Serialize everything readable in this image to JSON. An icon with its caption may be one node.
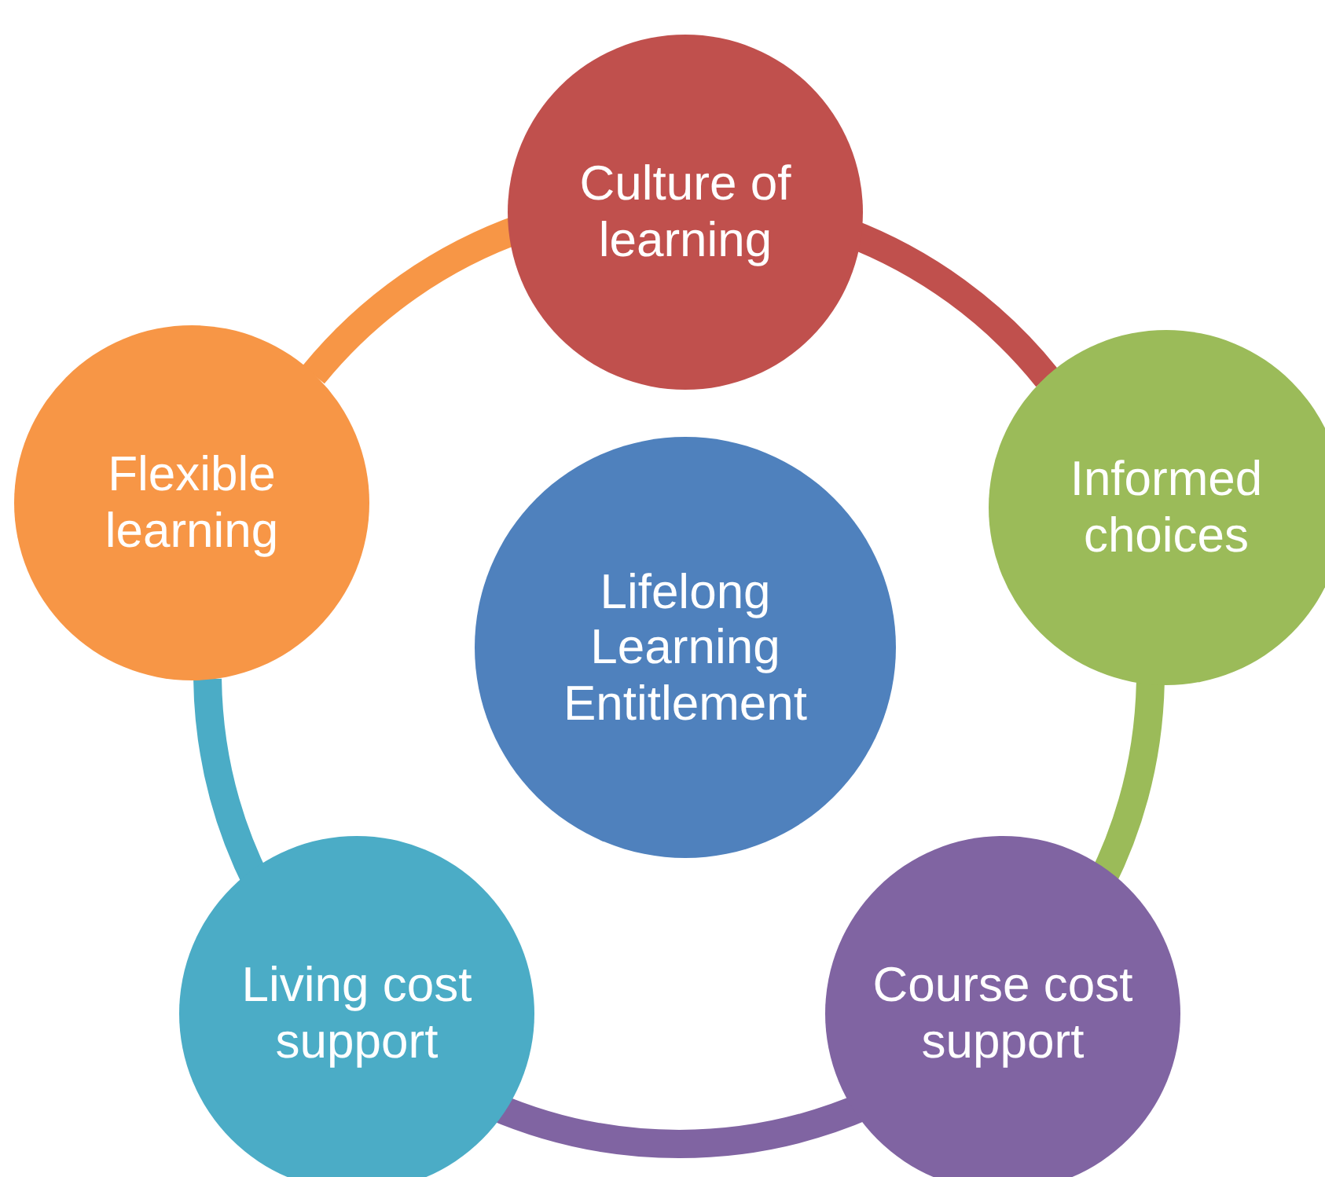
{
  "diagram": {
    "nodes": [
      {
        "text": [
          "Lifelong Learning Entitlement"
        ]
      },
      {
        "text": [
          "Culture of learning"
        ]
      },
      {
        "text": [
          "Informed choices"
        ]
      },
      {
        "text": [
          "Course cost support"
        ]
      },
      {
        "text": [
          "Living cost support"
        ]
      },
      {
        "text": [
          "Flexible learning"
        ]
      }
    ],
    "edges": [
      {
        "from": 1,
        "to": 2,
        "arrow": "none",
        "color": "#c0504d"
      },
      {
        "from": 2,
        "to": 3,
        "arrow": "none",
        "color": "#9bbb59"
      },
      {
        "from": 3,
        "to": 4,
        "arrow": "none",
        "color": "#8064a2"
      },
      {
        "from": 4,
        "to": 5,
        "arrow": "none",
        "color": "#4bacc6"
      },
      {
        "from": 5,
        "to": 1,
        "arrow": "none",
        "color": "#f79646"
      }
    ]
  }
}
